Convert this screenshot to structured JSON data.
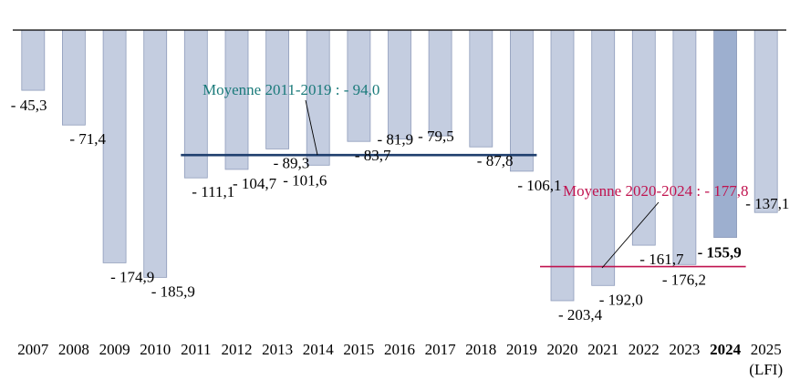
{
  "chart_data": {
    "type": "bar",
    "categories": [
      "2007",
      "2008",
      "2009",
      "2010",
      "2011",
      "2012",
      "2013",
      "2014",
      "2015",
      "2016",
      "2017",
      "2018",
      "2019",
      "2020",
      "2021",
      "2022",
      "2023",
      "2024",
      "2025"
    ],
    "category_sublabels": {
      "2025": "(LFI)"
    },
    "bold_categories": [
      "2024"
    ],
    "values": [
      -45.3,
      -71.4,
      -174.9,
      -185.9,
      -111.1,
      -104.7,
      -89.3,
      -101.6,
      -83.7,
      -81.9,
      -79.5,
      -87.8,
      -106.1,
      -203.4,
      -192.0,
      -161.7,
      -176.2,
      -155.9,
      -137.1
    ],
    "value_labels": [
      "- 45,3",
      "- 71,4",
      "- 174,9",
      "- 185,9",
      "- 111,1",
      "- 104,7",
      "- 89,3",
      "- 101,6",
      "- 83,7",
      "- 81,9",
      "- 79,5",
      "- 87,8",
      "- 106,1",
      "- 203,4",
      "- 192,0",
      "- 161,7",
      "- 176,2",
      "- 155,9",
      "- 137,1"
    ],
    "ylim": [
      -210,
      0
    ],
    "grid": false,
    "colors": {
      "bar": "#c4cde0",
      "bar_stroke": "#8f9cbb",
      "bar_highlight": "#9dafcf",
      "avg1": "#1f3f6e",
      "avg1_text": "#1a7a7a",
      "avg2": "#c0134f",
      "axis": "#000000"
    },
    "averages": [
      {
        "label": "Moyenne 2011-2019 : - 94,0",
        "value": -94.0,
        "from": "2011",
        "to": "2019"
      },
      {
        "label": "Moyenne 2020-2024 : - 177,8",
        "value": -177.8,
        "from": "2020",
        "to": "2024"
      }
    ]
  }
}
